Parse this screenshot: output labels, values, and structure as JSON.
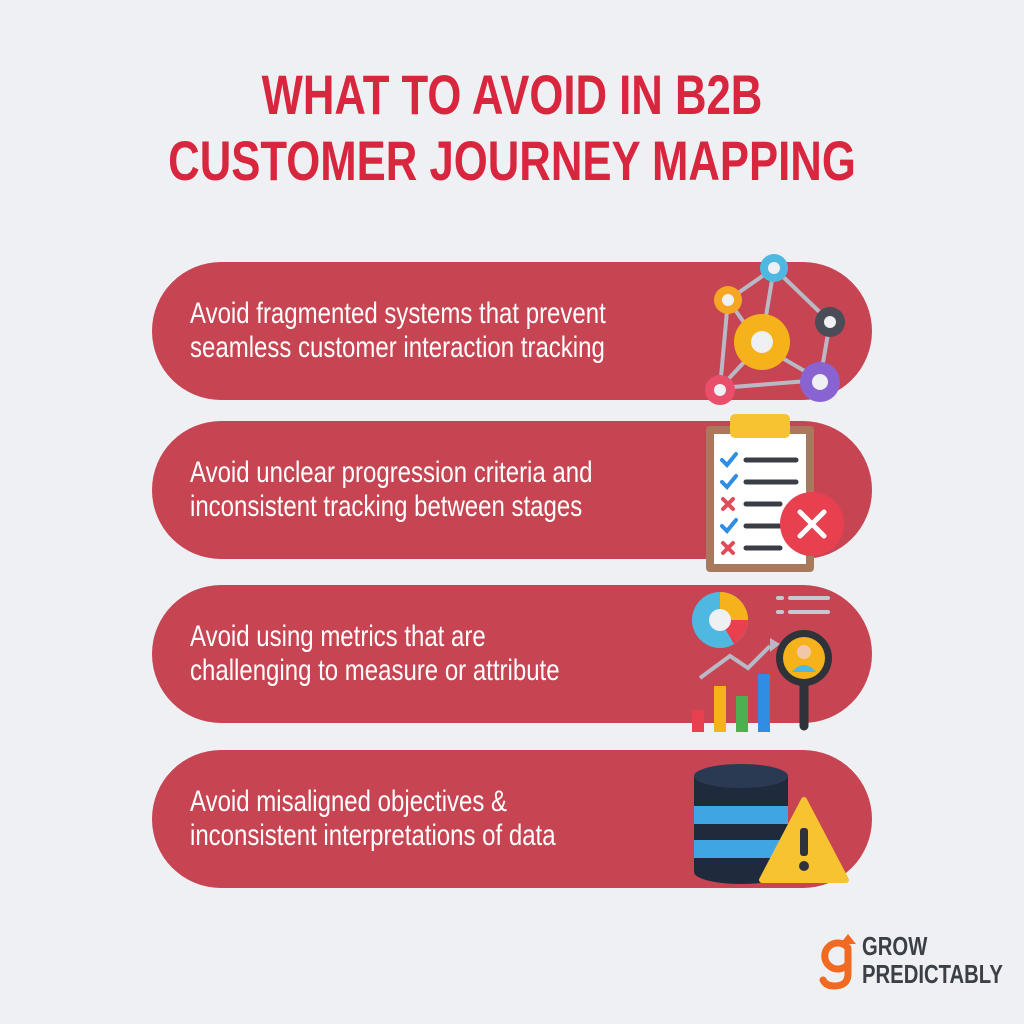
{
  "header": {
    "title_line1": "WHAT TO AVOID IN B2B",
    "title_line2": "CUSTOMER JOURNEY MAPPING"
  },
  "cards": [
    {
      "line1": "Avoid fragmented systems that prevent",
      "line2": "seamless customer interaction tracking",
      "icon": "gear-network-icon"
    },
    {
      "line1": "Avoid unclear progression criteria and",
      "line2": "inconsistent tracking between stages",
      "icon": "checklist-clipboard-icon"
    },
    {
      "line1": "Avoid using metrics that are",
      "line2": "challenging to measure or attribute",
      "icon": "analytics-magnifier-icon"
    },
    {
      "line1": "Avoid misaligned objectives &",
      "line2": "inconsistent interpretations of data",
      "icon": "database-warning-icon"
    }
  ],
  "logo": {
    "line1": "GROW",
    "line2": "PREDICTABLY"
  },
  "colors": {
    "background": "#eef0f4",
    "title": "#d7263d",
    "card": "#c74452",
    "card_text": "#ffffff",
    "logo_accent": "#f26a21"
  }
}
